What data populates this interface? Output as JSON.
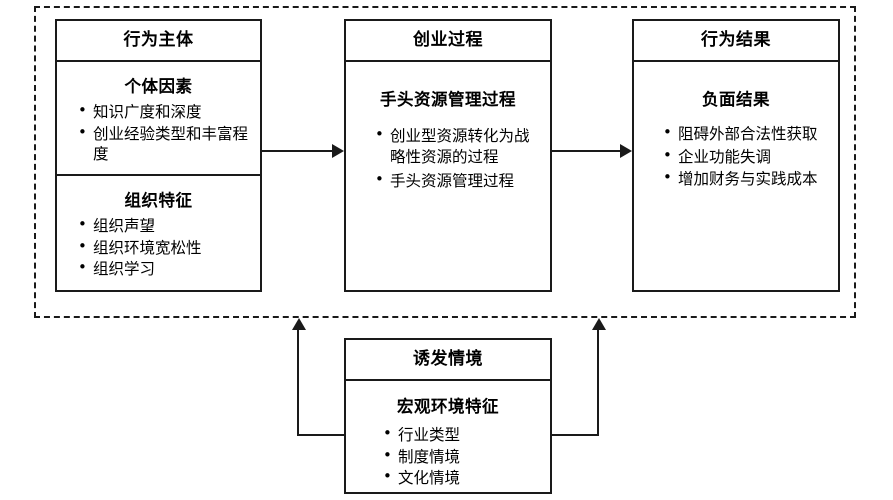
{
  "diagram": {
    "title": "",
    "boundary": {
      "style": "dashed",
      "color": "#1a1a1a"
    },
    "boxes": [
      {
        "id": "actor",
        "header": "行为主体",
        "sections": [
          {
            "title": "个体因素",
            "bullets": [
              "知识广度和深度",
              "创业经验类型和丰富程度"
            ]
          },
          {
            "title": "组织特征",
            "bullets": [
              "组织声望",
              "组织环境宽松性",
              "组织学习"
            ]
          }
        ]
      },
      {
        "id": "process",
        "header": "创业过程",
        "sections": [
          {
            "title": "手头资源管理过程",
            "bullets": [
              "创业型资源转化为战略性资源的过程",
              "手头资源管理过程"
            ]
          }
        ]
      },
      {
        "id": "outcome",
        "header": "行为结果",
        "sections": [
          {
            "title": "负面结果",
            "bullets": [
              "阻碍外部合法性获取",
              "企业功能失调",
              "增加财务与实践成本"
            ]
          }
        ]
      },
      {
        "id": "context",
        "header": "诱发情境",
        "sections": [
          {
            "title": "宏观环境特征",
            "bullets": [
              "行业类型",
              "制度情境",
              "文化情境"
            ]
          }
        ]
      }
    ],
    "connectors": [
      {
        "id": "actor-to-process",
        "kind": "arrow-right"
      },
      {
        "id": "process-to-outcome",
        "kind": "arrow-right"
      },
      {
        "id": "context-to-boundary-left",
        "kind": "arrow-up"
      },
      {
        "id": "context-to-boundary-right",
        "kind": "arrow-up"
      }
    ]
  }
}
